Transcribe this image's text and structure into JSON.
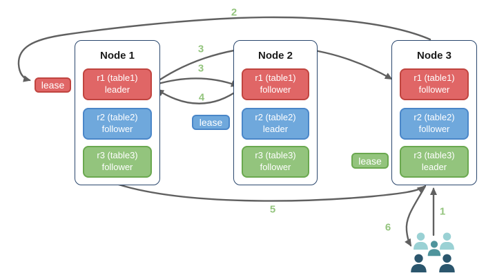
{
  "palette": {
    "red_fill": "#e06666",
    "red_border": "#c0443f",
    "blue_fill": "#6fa8dc",
    "blue_border": "#4a86c8",
    "green_fill": "#93c47d",
    "green_border": "#6aa84f",
    "node_border": "#28456c",
    "arrow": "#606060",
    "step_label": "#93c47d",
    "users_light": "#9ad1d4",
    "users_mid": "#4f949c",
    "users_dark": "#2b566d"
  },
  "nodes": [
    {
      "title": "Node 1",
      "replicas": [
        {
          "line1": "r1 (table1)",
          "line2": "leader",
          "color": "red"
        },
        {
          "line1": "r2 (table2)",
          "line2": "follower",
          "color": "blue"
        },
        {
          "line1": "r3 (table3)",
          "line2": "follower",
          "color": "green"
        }
      ]
    },
    {
      "title": "Node 2",
      "replicas": [
        {
          "line1": "r1 (table1)",
          "line2": "follower",
          "color": "red"
        },
        {
          "line1": "r2 (table2)",
          "line2": "leader",
          "color": "blue"
        },
        {
          "line1": "r3 (table3)",
          "line2": "follower",
          "color": "green"
        }
      ]
    },
    {
      "title": "Node 3",
      "replicas": [
        {
          "line1": "r1 (table1)",
          "line2": "follower",
          "color": "red"
        },
        {
          "line1": "r2 (table2)",
          "line2": "follower",
          "color": "blue"
        },
        {
          "line1": "r3 (table3)",
          "line2": "leader",
          "color": "green"
        }
      ]
    }
  ],
  "leases": [
    {
      "label": "lease",
      "color": "red"
    },
    {
      "label": "lease",
      "color": "blue"
    },
    {
      "label": "lease",
      "color": "green"
    }
  ],
  "step_labels": {
    "s1": "1",
    "s2": "2",
    "s3a": "3",
    "s3b": "3",
    "s4": "4",
    "s5": "5",
    "s6": "6"
  },
  "icons": {
    "users_group": "users-group-icon"
  }
}
